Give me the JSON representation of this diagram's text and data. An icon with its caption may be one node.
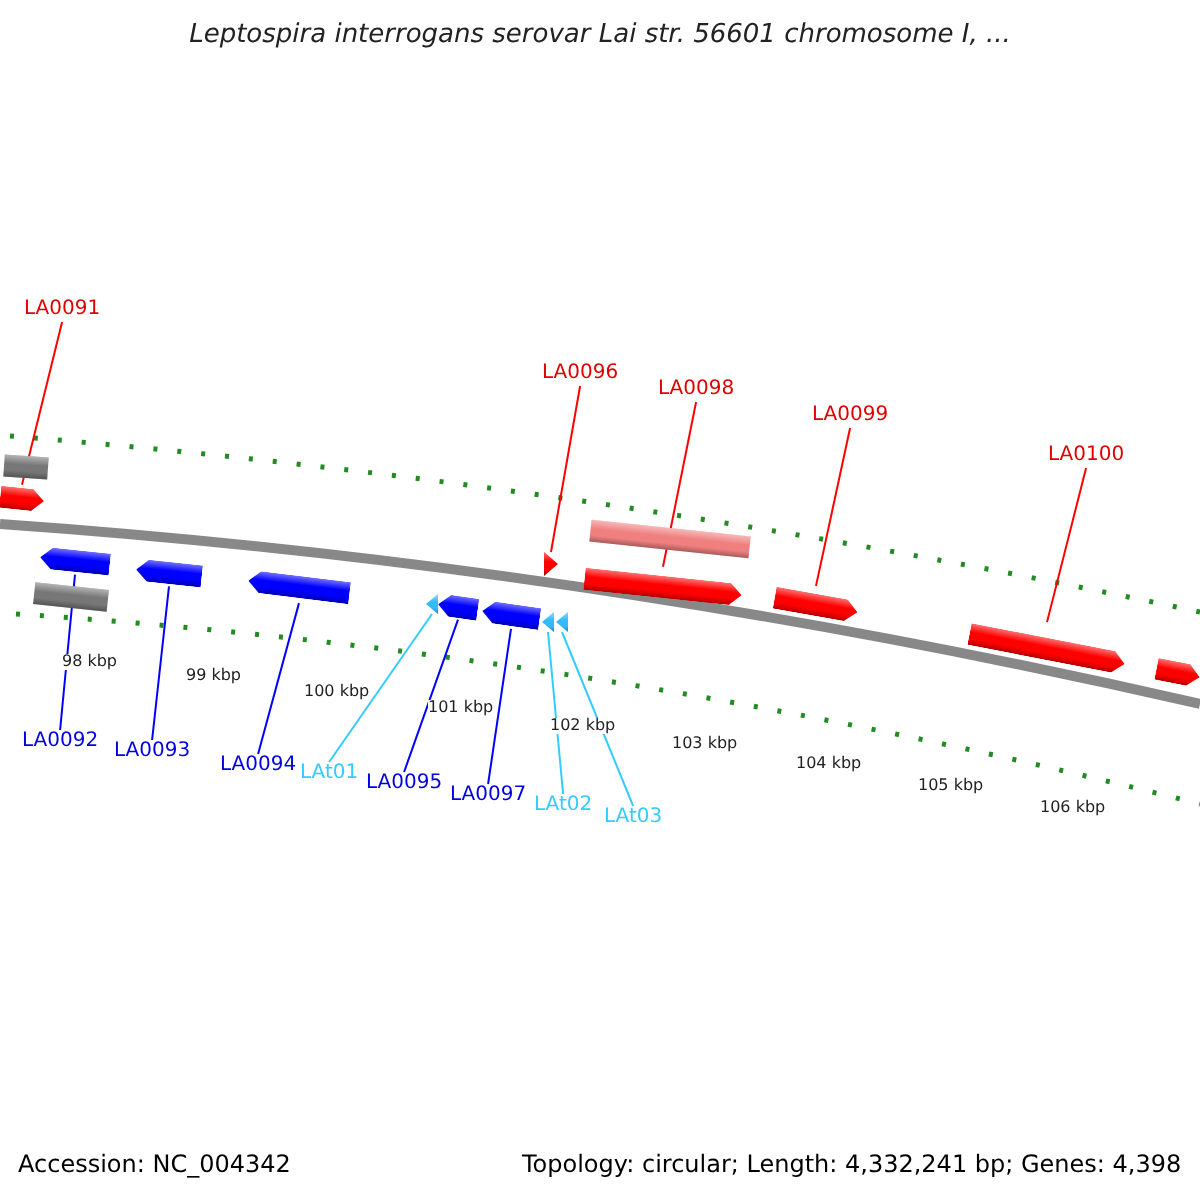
{
  "diagram": {
    "title": "Leptospira interrogans serovar Lai str. 56601 chromosome I, ...",
    "nodes": [
      {
        "text": [
          "LA0091"
        ]
      },
      {
        "text": [
          "LA0096"
        ]
      },
      {
        "text": [
          "LA0098"
        ]
      },
      {
        "text": [
          "LA0099"
        ]
      },
      {
        "text": [
          "LA0100"
        ]
      },
      {
        "text": [
          "LA0092"
        ]
      },
      {
        "text": [
          "LA0093"
        ]
      },
      {
        "text": [
          "LA0094"
        ]
      },
      {
        "text": [
          "LAt01"
        ]
      },
      {
        "text": [
          "LA0095"
        ]
      },
      {
        "text": [
          "LA0097"
        ]
      },
      {
        "text": [
          "LAt02"
        ]
      },
      {
        "text": [
          "LAt03"
        ]
      },
      {
        "text": [],
        "shape": "box"
      },
      {
        "text": [],
        "shape": "arrow"
      },
      {
        "text": [],
        "shape": "arrow"
      },
      {
        "text": [],
        "shape": "box"
      },
      {
        "text": [],
        "shape": "arrow"
      },
      {
        "text": [],
        "shape": "arrow"
      },
      {
        "text": [],
        "shape": "triangle"
      },
      {
        "text": [],
        "shape": "arrow"
      },
      {
        "text": [],
        "shape": "arrow"
      },
      {
        "text": [],
        "shape": "triangle"
      },
      {
        "text": [],
        "shape": "triangle"
      },
      {
        "text": [],
        "shape": "triangle"
      },
      {
        "text": [],
        "shape": "box"
      },
      {
        "text": [],
        "shape": "arrow"
      },
      {
        "text": [],
        "shape": "arrow"
      },
      {
        "text": [],
        "shape": "arrow"
      },
      {
        "text": [],
        "shape": "arrow"
      }
    ],
    "edges": [
      {
        "from": 0,
        "to": 14,
        "arrow": "none",
        "color": "#ff0000"
      },
      {
        "from": 1,
        "to": 22,
        "arrow": "none",
        "color": "#ff0000"
      },
      {
        "from": 2,
        "to": 26,
        "arrow": "none",
        "color": "#ff0000"
      },
      {
        "from": 3,
        "to": 27,
        "arrow": "none",
        "color": "#ff0000"
      },
      {
        "from": 4,
        "to": 28,
        "arrow": "none",
        "color": "#ff0000"
      },
      {
        "from": 5,
        "to": 15,
        "arrow": "none",
        "color": "#0000ff"
      },
      {
        "from": 6,
        "to": 17,
        "arrow": "none",
        "color": "#0000ff"
      },
      {
        "from": 7,
        "to": 18,
        "arrow": "none",
        "color": "#0000ff"
      },
      {
        "from": 8,
        "to": 19,
        "arrow": "none",
        "color": "#33ccff"
      },
      {
        "from": 9,
        "to": 20,
        "arrow": "none",
        "color": "#0000ff"
      },
      {
        "from": 10,
        "to": 21,
        "arrow": "none",
        "color": "#0000ff"
      },
      {
        "from": 11,
        "to": 23,
        "arrow": "none",
        "color": "#33ccff"
      },
      {
        "from": 12,
        "to": 24,
        "arrow": "none",
        "color": "#33ccff"
      }
    ],
    "labels": [
      "98 kbp",
      "99 kbp",
      "100 kbp",
      "101 kbp",
      "102 kbp",
      "103 kbp",
      "104 kbp",
      "105 kbp",
      "106 kbp",
      "Accession: NC_004342",
      "Topology: circular; Length: 4,332,241 bp; Genes: 4,398"
    ]
  }
}
